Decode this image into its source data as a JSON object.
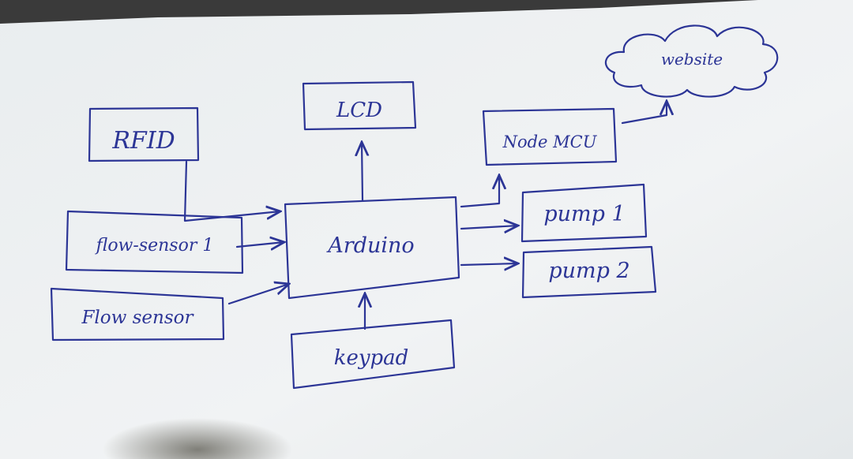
{
  "diagram": {
    "nodes": {
      "rfid": "RFID",
      "lcd": "LCD",
      "nodemcu": "Node MCU",
      "website": "website",
      "flow_sensor_1": "flow-sensor 1",
      "flow_sensor": "Flow sensor",
      "arduino": "Arduino",
      "pump1": "pump 1",
      "pump2": "pump 2",
      "keypad": "keypad"
    },
    "edges": [
      {
        "from": "rfid",
        "to": "arduino"
      },
      {
        "from": "flow_sensor_1",
        "to": "arduino"
      },
      {
        "from": "flow_sensor",
        "to": "arduino"
      },
      {
        "from": "keypad",
        "to": "arduino"
      },
      {
        "from": "arduino",
        "to": "lcd"
      },
      {
        "from": "arduino",
        "to": "nodemcu"
      },
      {
        "from": "arduino",
        "to": "pump1"
      },
      {
        "from": "arduino",
        "to": "pump2"
      },
      {
        "from": "nodemcu",
        "to": "website"
      }
    ],
    "colors": {
      "ink": "#2c3596",
      "paper": "#eef1f2",
      "background": "#3a3a3a"
    }
  }
}
